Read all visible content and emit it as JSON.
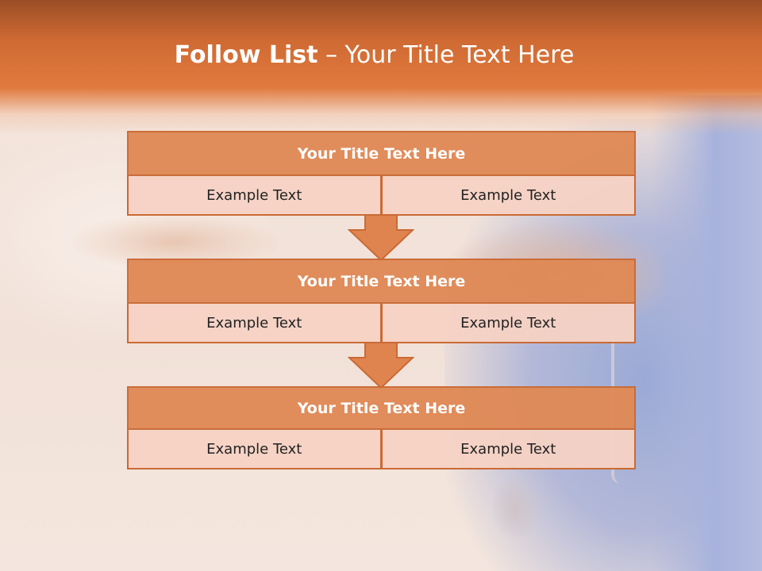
{
  "slide": {
    "title_bold": "Follow List",
    "title_rest": " – Your Title Text Here"
  },
  "steps": [
    {
      "title": "Your Title Text Here",
      "left": "Example Text",
      "right": "Example Text"
    },
    {
      "title": "Your Title Text Here",
      "left": "Example Text",
      "right": "Example Text"
    },
    {
      "title": "Your Title Text Here",
      "left": "Example Text",
      "right": "Example Text"
    }
  ],
  "colors": {
    "header": "#e07a3e",
    "box_title": "#e08a57",
    "box_cell": "#f6d2c4",
    "border": "#c96a35"
  }
}
